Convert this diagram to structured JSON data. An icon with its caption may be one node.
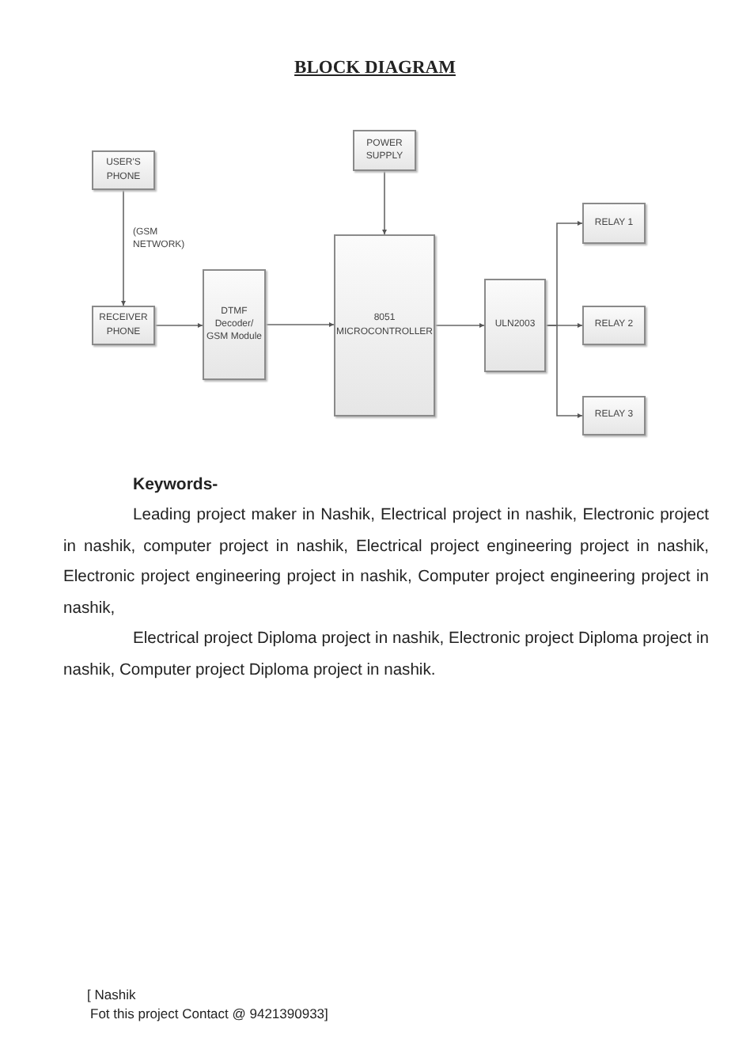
{
  "diagram": {
    "title": "BLOCK DIAGRAM",
    "nodes": [
      {
        "text": [
          "USER'S PHONE"
        ]
      },
      {
        "text": [
          "POWER SUPPLY"
        ]
      },
      {
        "text": [
          "RECEIVER PHONE"
        ]
      },
      {
        "text": [
          "DTMF Decoder/ GSM Module"
        ]
      },
      {
        "text": [
          "8051 MICROCONTROLLER"
        ]
      },
      {
        "text": [
          "ULN2003"
        ]
      },
      {
        "text": [
          "RELAY 1"
        ]
      },
      {
        "text": [
          "RELAY 2"
        ]
      },
      {
        "text": [
          "RELAY 3"
        ]
      }
    ],
    "edges": [
      {
        "from": 0,
        "to": 2,
        "arrow": "to",
        "label": "(GSM NETWORK)"
      },
      {
        "from": 2,
        "to": 3,
        "arrow": "to"
      },
      {
        "from": 3,
        "to": 4,
        "arrow": "to"
      },
      {
        "from": 1,
        "to": 4,
        "arrow": "to"
      },
      {
        "from": 4,
        "to": 5,
        "arrow": "to"
      },
      {
        "from": 5,
        "to": 6,
        "arrow": "to"
      },
      {
        "from": 5,
        "to": 7,
        "arrow": "to"
      },
      {
        "from": 5,
        "to": 8,
        "arrow": "to"
      }
    ],
    "labels": [
      "Keywords-",
      "Leading project maker in Nashik, Electrical project in nashik, Electronic project in nashik, computer project in nashik, Electrical project engineering project in nashik, Electronic project engineering project in nashik, Computer project engineering project in nashik,",
      "Electrical project Diploma project in nashik, Electronic project Diploma project in nashik, Computer project Diploma project in nashik.",
      "[ Nashik",
      "Fot this project Contact @ 9421390933]"
    ]
  }
}
